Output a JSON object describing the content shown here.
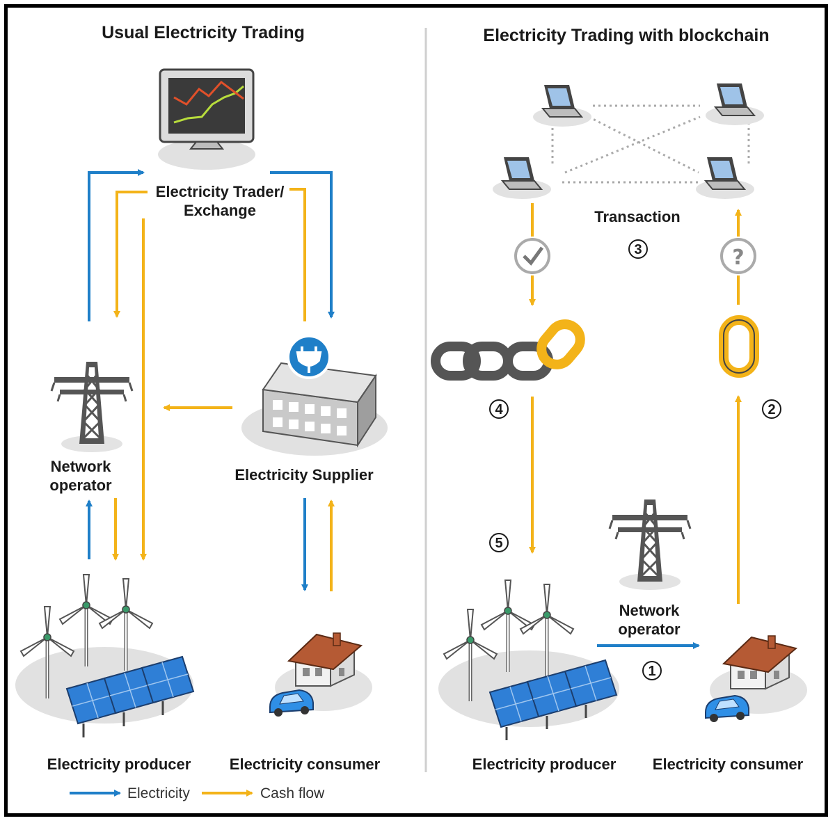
{
  "left": {
    "title": "Usual Electricity Trading",
    "trader_line1": "Electricity Trader/",
    "trader_line2": "Exchange",
    "operator_line1": "Network",
    "operator_line2": "operator",
    "supplier": "Electricity Supplier",
    "producer": "Electricity producer",
    "consumer": "Electricity consumer"
  },
  "right": {
    "title": "Electricity Trading with blockchain",
    "transaction": "Transaction",
    "operator_line1": "Network",
    "operator_line2": "operator",
    "producer": "Electricity producer",
    "consumer": "Electricity consumer",
    "steps": [
      "①",
      "②",
      "③",
      "④",
      "⑤"
    ]
  },
  "legend": {
    "electricity": "Electricity",
    "cash_flow": "Cash flow"
  },
  "colors": {
    "electricity": "#1f7fc8",
    "cash_flow": "#f3b319",
    "panel": "#2f7fd6",
    "roof": "#b55a34",
    "chain": "#555555"
  }
}
